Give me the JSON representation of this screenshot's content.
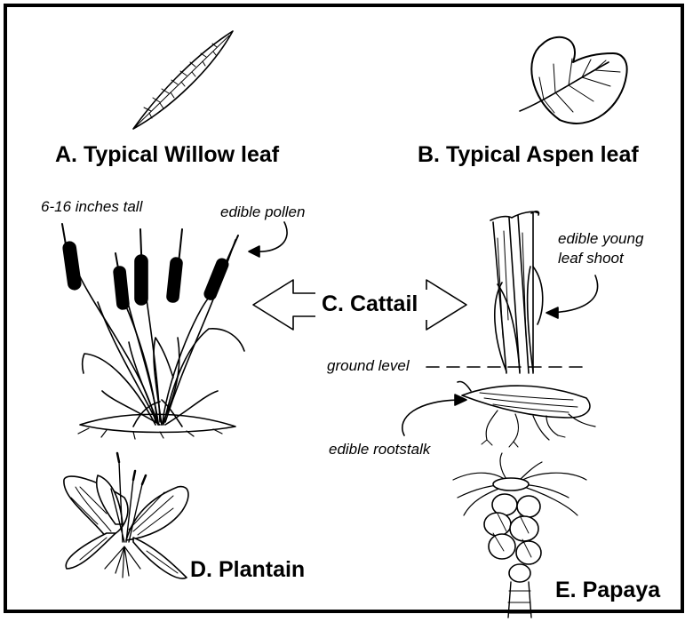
{
  "labels": {
    "willow": "A. Typical Willow leaf",
    "aspen": "B. Typical Aspen leaf",
    "cattail": "C. Cattail",
    "plantain": "D. Plantain",
    "papaya": "E. Papaya"
  },
  "annotations": {
    "height": "6-16 inches tall",
    "pollen": "edible pollen",
    "shoot_line1": "edible young",
    "shoot_line2": "leaf shoot",
    "ground": "ground level",
    "rootstalk": "edible rootstalk"
  }
}
